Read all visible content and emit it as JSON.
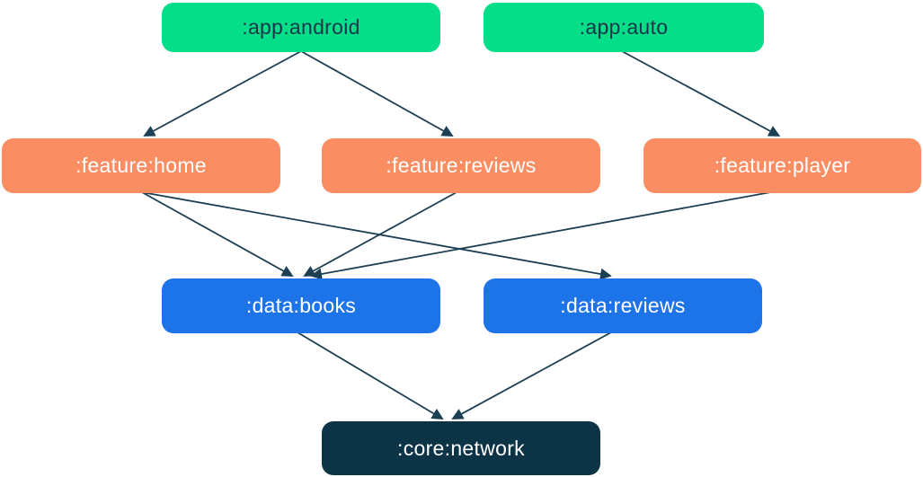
{
  "diagram": {
    "kind": "module-dependency-graph",
    "nodes": [
      {
        "id": "app-android",
        "label": ":app:android",
        "type": "app"
      },
      {
        "id": "app-auto",
        "label": ":app:auto",
        "type": "app"
      },
      {
        "id": "feature-home",
        "label": ":feature:home",
        "type": "feature"
      },
      {
        "id": "feature-reviews",
        "label": ":feature:reviews",
        "type": "feature"
      },
      {
        "id": "feature-player",
        "label": ":feature:player",
        "type": "feature"
      },
      {
        "id": "data-books",
        "label": ":data:books",
        "type": "data"
      },
      {
        "id": "data-reviews",
        "label": ":data:reviews",
        "type": "data"
      },
      {
        "id": "core-network",
        "label": ":core:network",
        "type": "core"
      }
    ],
    "edges": [
      {
        "from": "app-android",
        "to": "feature-home"
      },
      {
        "from": "app-android",
        "to": "feature-reviews"
      },
      {
        "from": "app-auto",
        "to": "feature-player"
      },
      {
        "from": "feature-home",
        "to": "data-books"
      },
      {
        "from": "feature-home",
        "to": "data-reviews"
      },
      {
        "from": "feature-reviews",
        "to": "data-books"
      },
      {
        "from": "feature-player",
        "to": "data-books"
      },
      {
        "from": "data-books",
        "to": "core-network"
      },
      {
        "from": "data-reviews",
        "to": "core-network"
      }
    ],
    "colors": {
      "app_box": "#04de88",
      "app_text": "#14384a",
      "feature_box": "#fb8d62",
      "data_box": "#1d73e8",
      "core_box": "#0c3446",
      "box_text": "#ffffff",
      "edge": "#1c3f54",
      "background": "#ffffff"
    }
  }
}
